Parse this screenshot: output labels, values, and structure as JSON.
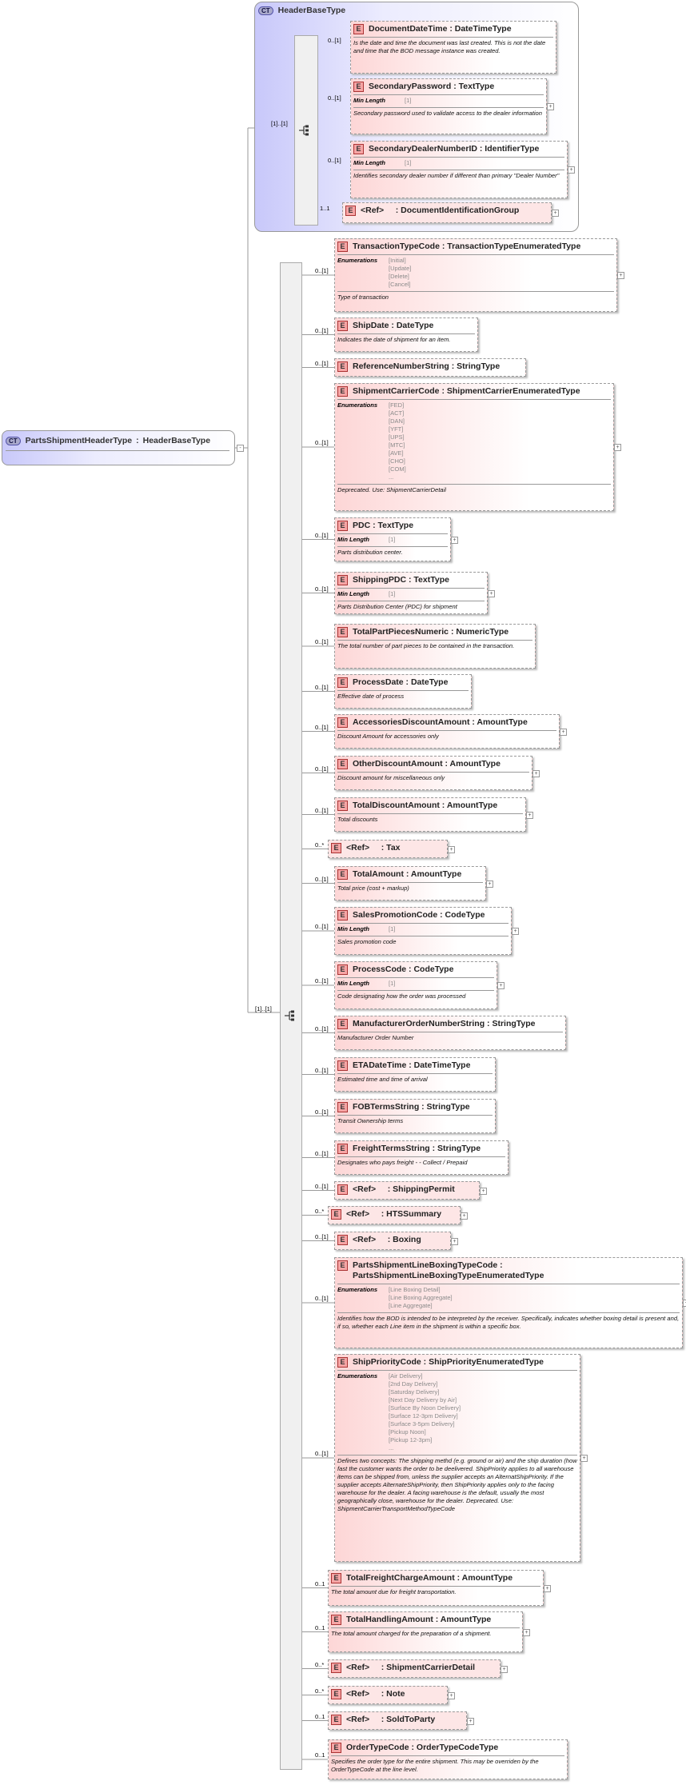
{
  "root": {
    "icon": "CT",
    "name": "PartsShipmentHeaderType",
    "base": "HeaderBaseType"
  },
  "base_type": {
    "icon": "CT",
    "name": "HeaderBaseType"
  },
  "base_elements": [
    {
      "name": "DocumentDateTime",
      "type": "DateTimeType",
      "card": "0..[1]",
      "doc": "Is the date and time the document was last created. This is not the date and time that the BOD message instance was created."
    },
    {
      "name": "SecondaryPassword",
      "type": "TextType",
      "card": "0..[1]",
      "facet_label": "Min Length",
      "facet_values": [
        "[1]"
      ],
      "doc": "Secondary password used to validate access to the dealer information"
    },
    {
      "name": "SecondaryDealerNumberID",
      "type": "IdentifierType",
      "card": "0..[1]",
      "facet_label": "Min Length",
      "facet_values": [
        "[1]"
      ],
      "doc": "Identifies secondary dealer number if different than primary \"Dealer Number\""
    },
    {
      "name": "<Ref>",
      "type": "DocumentIdentificationGroup",
      "card": "1..1",
      "ref": true
    }
  ],
  "base_seq_card": "[1]..[1]",
  "main_seq_card": "[1]..[1]",
  "elements": [
    {
      "name": "TransactionTypeCode",
      "type": "TransactionTypeEnumeratedType",
      "card": "0..[1]",
      "facet_label": "Enumerations",
      "facet_values": [
        "[Initial]",
        "[Update]",
        "[Delete]",
        "[Cancel]"
      ],
      "doc": "Type of transaction"
    },
    {
      "name": "ShipDate",
      "type": "DateType",
      "card": "0..[1]",
      "doc": "Indicates the date of shipment for an item."
    },
    {
      "name": "ReferenceNumberString",
      "type": "StringType",
      "card": "0..[1]"
    },
    {
      "name": "ShipmentCarrierCode",
      "type": "ShipmentCarrierEnumeratedType",
      "card": "0..[1]",
      "facet_label": "Enumerations",
      "facet_values": [
        "[FED]",
        "[ACT]",
        "[DAN]",
        "[YFT]",
        "[UPS]",
        "[MTC]",
        "[AVE]",
        "[CHO]",
        "[COM]",
        "..."
      ],
      "doc": "Deprecated. Use: ShipmentCarrierDetail"
    },
    {
      "name": "PDC",
      "type": "TextType",
      "card": "0..[1]",
      "facet_label": "Min Length",
      "facet_values": [
        "[1]"
      ],
      "doc": "Parts distribution center."
    },
    {
      "name": "ShippingPDC",
      "type": "TextType",
      "card": "0..[1]",
      "facet_label": "Min Length",
      "facet_values": [
        "[1]"
      ],
      "doc": "Parts Distribution Center (PDC) for shipment"
    },
    {
      "name": "TotalPartPiecesNumeric",
      "type": "NumericType",
      "card": "0..[1]",
      "doc": "The total number of part pieces to be contained in the transaction."
    },
    {
      "name": "ProcessDate",
      "type": "DateType",
      "card": "0..[1]",
      "doc": "Effective date of process"
    },
    {
      "name": "AccessoriesDiscountAmount",
      "type": "AmountType",
      "card": "0..[1]",
      "doc": "Discount Amount for accessories only"
    },
    {
      "name": "OtherDiscountAmount",
      "type": "AmountType",
      "card": "0..[1]",
      "doc": "Discount amount for miscellaneous only"
    },
    {
      "name": "TotalDiscountAmount",
      "type": "AmountType",
      "card": "0..[1]",
      "doc": "Total discounts"
    },
    {
      "name": "<Ref>",
      "type": "Tax",
      "card": "0..*",
      "ref": true
    },
    {
      "name": "TotalAmount",
      "type": "AmountType",
      "card": "0..[1]",
      "doc": "Total price (cost + markup)"
    },
    {
      "name": "SalesPromotionCode",
      "type": "CodeType",
      "card": "0..[1]",
      "facet_label": "Min Length",
      "facet_values": [
        "[1]"
      ],
      "doc": "Sales promotion code"
    },
    {
      "name": "ProcessCode",
      "type": "CodeType",
      "card": "0..[1]",
      "facet_label": "Min Length",
      "facet_values": [
        "[1]"
      ],
      "doc": "Code designating how the order was processed"
    },
    {
      "name": "ManufacturerOrderNumberString",
      "type": "StringType",
      "card": "0..[1]",
      "doc": "Manufacturer Order Number"
    },
    {
      "name": "ETADateTime",
      "type": "DateTimeType",
      "card": "0..[1]",
      "doc": "Estimated time and time of arrival"
    },
    {
      "name": "FOBTermsString",
      "type": "StringType",
      "card": "0..[1]",
      "doc": "Transit Ownership terms"
    },
    {
      "name": "FreightTermsString",
      "type": "StringType",
      "card": "0..[1]",
      "doc": "Designates who pays freight - - Collect / Prepaid"
    },
    {
      "name": "<Ref>",
      "type": "ShippingPermit",
      "card": "0..[1]",
      "ref": true
    },
    {
      "name": "<Ref>",
      "type": "HTSSummary",
      "card": "0..*",
      "ref": true
    },
    {
      "name": "<Ref>",
      "type": "Boxing",
      "card": "0..[1]",
      "ref": true
    },
    {
      "name": "PartsShipmentLineBoxingTypeCode",
      "type": "PartsShipmentLineBoxingTypeEnumeratedType",
      "card": "0..[1]",
      "facet_label": "Enumerations",
      "facet_values": [
        "[Line Boxing Detail]",
        "[Line Boxing Aggregate]",
        "[Line Aggregate]"
      ],
      "doc": "Identifies how the BOD is intended to be interpreted by the receiver. Specifically, indicates whether boxing detail is present and, if so, whether each Line item in the shipment is within a specific box."
    },
    {
      "name": "ShipPriorityCode",
      "type": "ShipPriorityEnumeratedType",
      "card": "0..[1]",
      "facet_label": "Enumerations",
      "facet_values": [
        "[Air Delivery]",
        "[2nd Day Delivery]",
        "[Saturday Delivery]",
        "[Next Day Delivery by Air]",
        "[Surface By Noon Delivery]",
        "[Surface 12-3pm Delivery]",
        "[Surface 3-5pm Delivery]",
        "[Pickup Noon]",
        "[Pickup 12-3pm]",
        "..."
      ],
      "doc": "Defines two concepts: The shipping methd (e.g. ground or air) and the ship duration (how fast the customer wants the order to be deelivered. ShipPriority applies to all warehouse items can be shipped from, unless the supplier accepts an AlternatShipPriority. If the supplier accepts AlternateShipPriority, then ShipPriority applies only to the facing warehouse for the dealer. A facing warehouse is the default, usually the most geographically close, warehouse for the dealer. Deprecated. Use: ShipmentCarrierTransportMethodTypeCode"
    },
    {
      "name": "TotalFreightChargeAmount",
      "type": "AmountType",
      "card": "0..1",
      "doc": "The total amount due for freight transportation."
    },
    {
      "name": "TotalHandlingAmount",
      "type": "AmountType",
      "card": "0..1",
      "doc": "The total amount charged for the preparation of a shipment."
    },
    {
      "name": "<Ref>",
      "type": "ShipmentCarrierDetail",
      "card": "0..*",
      "ref": true
    },
    {
      "name": "<Ref>",
      "type": "Note",
      "card": "0..*",
      "ref": true
    },
    {
      "name": "<Ref>",
      "type": "SoldToParty",
      "card": "0..1",
      "ref": true
    },
    {
      "name": "OrderTypeCode",
      "type": "OrderTypeCodeType",
      "card": "0..1",
      "doc": "Specifies the order type for the entire shipment.  This may be overriden by the OrderTypeCode at the line level."
    }
  ],
  "colors": {
    "element_tag": "#f6a5a5",
    "complex_type": "#c8c8fa",
    "connector": "#9a9a9a"
  }
}
